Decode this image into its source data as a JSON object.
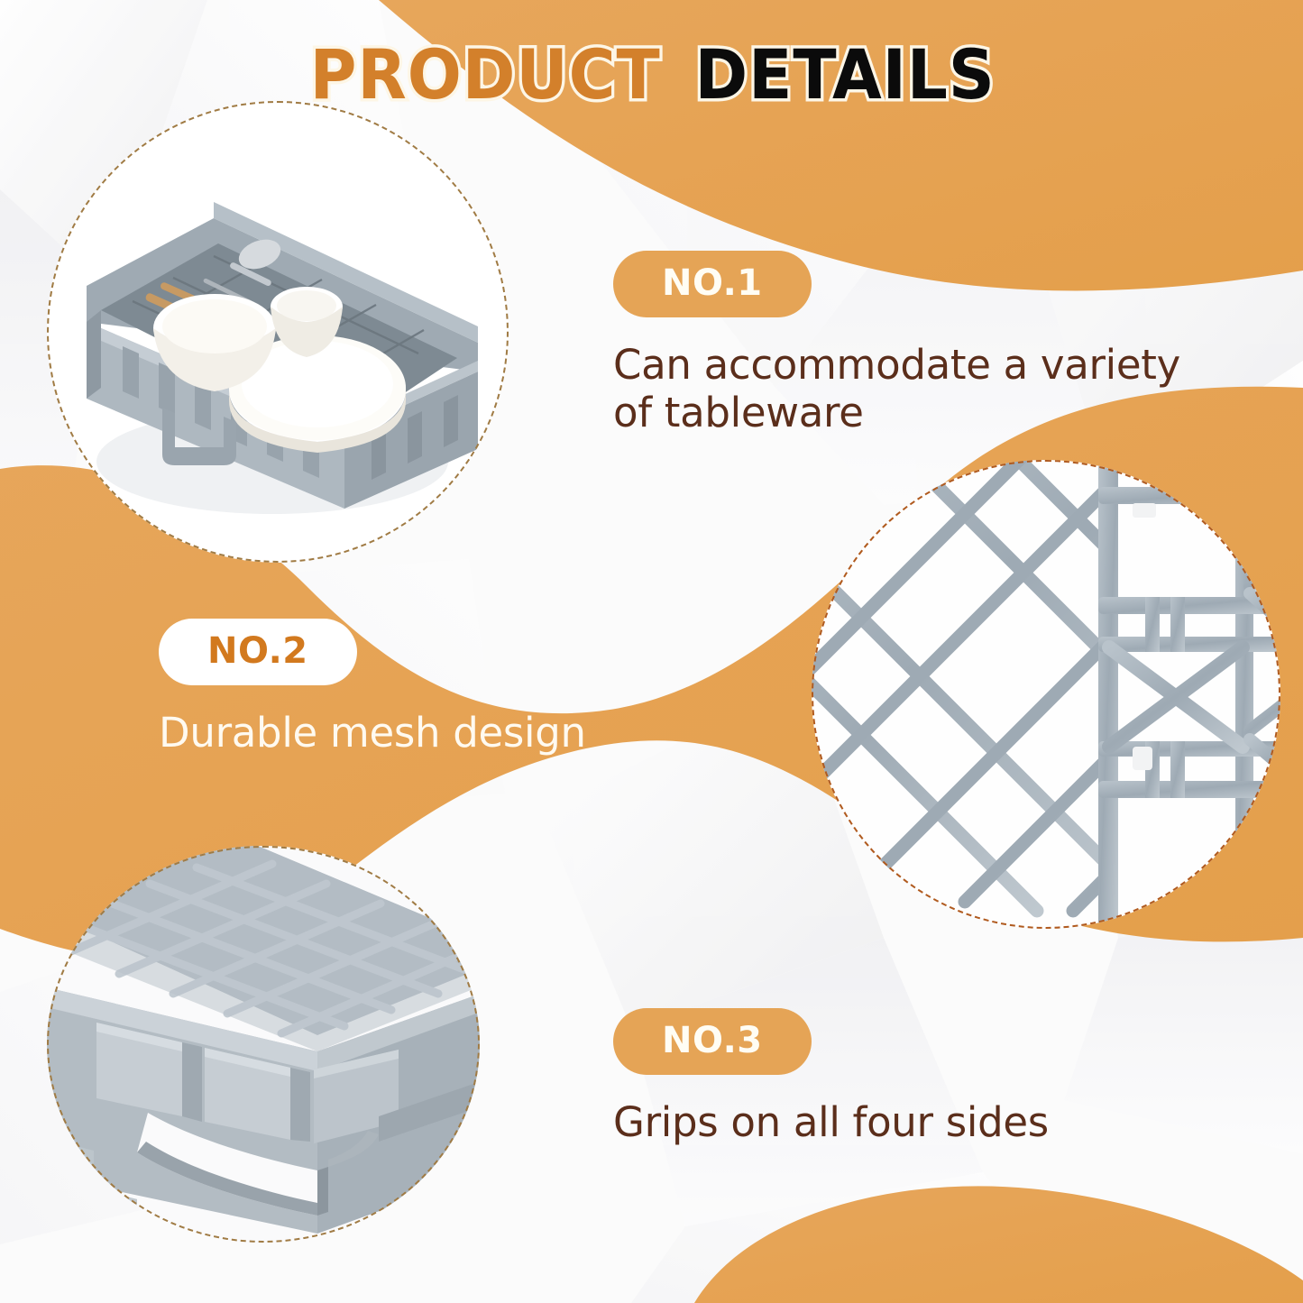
{
  "page": {
    "title_part1": "PRODUCT",
    "title_part2": "DETAILS",
    "colors": {
      "orange": "#E5A456",
      "orange_dark": "#D3802B",
      "title_black": "#0B0B0B",
      "title_outline": "#FDF6E6",
      "text_dark_brown": "#5B2E1B",
      "text_cream": "#FFFAF0",
      "badge_white": "#FFFFFF",
      "badge_orange_text": "#D2791E",
      "dashed_ring": "#A07B44",
      "rack_gray": "#9AA5AE",
      "background": "#FBFBFB"
    }
  },
  "features": [
    {
      "badge": "NO.1",
      "description": "Can accommodate a variety of tableware",
      "description_lines": [
        "Can accommodate a variety",
        "of tableware"
      ],
      "badge_style": "orange",
      "text_style": "dark",
      "image_alt": "gray dish rack holding white bowls, a cup, a plate and utensils"
    },
    {
      "badge": "NO.2",
      "description": "Durable mesh design",
      "description_lines": [
        "Durable mesh design"
      ],
      "badge_style": "white",
      "text_style": "light",
      "image_alt": "close-up of diamond lattice mesh base of the rack"
    },
    {
      "badge": "NO.3",
      "description": "Grips on all four sides",
      "description_lines": [
        "Grips on all four sides"
      ],
      "badge_style": "orange",
      "text_style": "dark",
      "image_alt": "close-up of molded grip handle cutout on the rack side wall"
    }
  ]
}
